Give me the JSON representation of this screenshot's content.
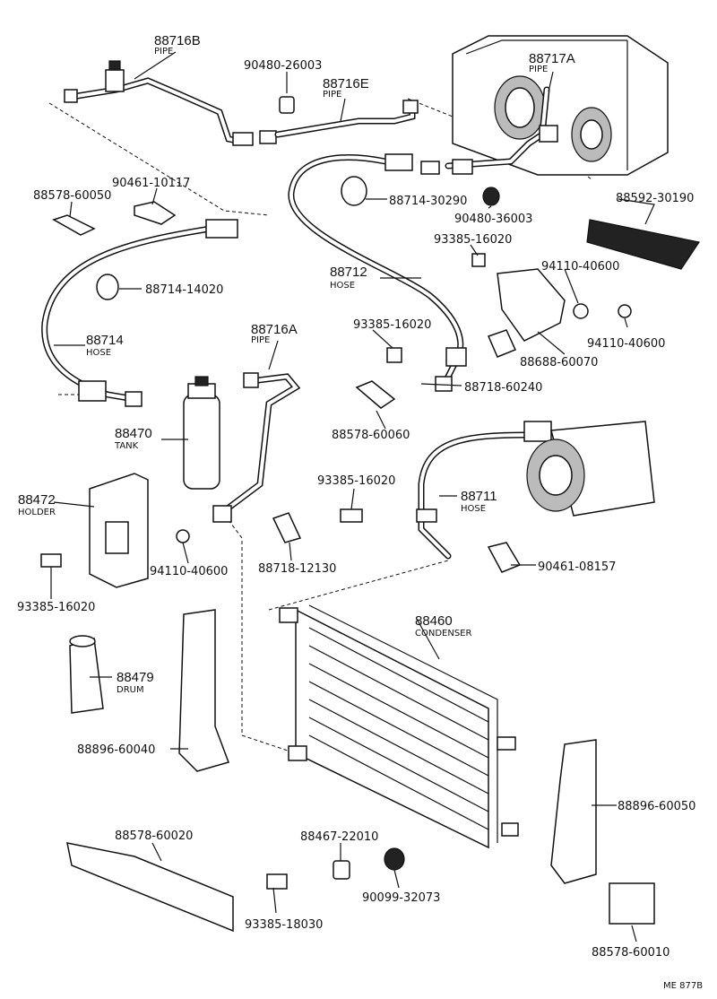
{
  "diagram": {
    "parts": [
      {
        "id": "p88716B",
        "code": "88716B",
        "name": "PIPE"
      },
      {
        "id": "p90480_26003",
        "code": "90480-26003"
      },
      {
        "id": "p88716E",
        "code": "88716E",
        "name": "PIPE"
      },
      {
        "id": "p88717A",
        "code": "88717A",
        "name": "PIPE"
      },
      {
        "id": "p88578_60050",
        "code": "88578-60050"
      },
      {
        "id": "p90461_10117",
        "code": "90461-10117"
      },
      {
        "id": "p88714_30290",
        "code": "88714-30290"
      },
      {
        "id": "p90480_36003",
        "code": "90480-36003"
      },
      {
        "id": "p88592_30190",
        "code": "88592-30190"
      },
      {
        "id": "p93385_16020a",
        "code": "93385-16020"
      },
      {
        "id": "p88712",
        "code": "88712",
        "name": "HOSE"
      },
      {
        "id": "p94110_40600a",
        "code": "94110-40600"
      },
      {
        "id": "p88714_14020",
        "code": "88714-14020"
      },
      {
        "id": "p94110_40600b",
        "code": "94110-40600"
      },
      {
        "id": "p88716A",
        "code": "88716A",
        "name": "PIPE"
      },
      {
        "id": "p93385_16020b",
        "code": "93385-16020"
      },
      {
        "id": "p88688_60070",
        "code": "88688-60070"
      },
      {
        "id": "p88714",
        "code": "88714",
        "name": "HOSE"
      },
      {
        "id": "p88718_60240",
        "code": "88718-60240"
      },
      {
        "id": "p88470",
        "code": "88470",
        "name": "TANK"
      },
      {
        "id": "p88578_60060",
        "code": "88578-60060"
      },
      {
        "id": "p93385_16020c",
        "code": "93385-16020"
      },
      {
        "id": "p88472",
        "code": "88472",
        "name": "HOLDER"
      },
      {
        "id": "p88711",
        "code": "88711",
        "name": "HOSE"
      },
      {
        "id": "p94110_40600c",
        "code": "94110-40600"
      },
      {
        "id": "p88718_12130",
        "code": "88718-12130"
      },
      {
        "id": "p90461_08157",
        "code": "90461-08157"
      },
      {
        "id": "p93385_16020d",
        "code": "93385-16020"
      },
      {
        "id": "p88460",
        "code": "88460",
        "name": "CONDENSER"
      },
      {
        "id": "p88479",
        "code": "88479",
        "name": "DRUM"
      },
      {
        "id": "p88896_60040",
        "code": "88896-60040"
      },
      {
        "id": "p88896_60050",
        "code": "88896-60050"
      },
      {
        "id": "p88578_60020",
        "code": "88578-60020"
      },
      {
        "id": "p88467_22010",
        "code": "88467-22010"
      },
      {
        "id": "p90099_32073",
        "code": "90099-32073"
      },
      {
        "id": "p93385_18030",
        "code": "93385-18030"
      },
      {
        "id": "p88578_60010",
        "code": "88578-60010"
      }
    ],
    "footer_code": "ME 877B"
  }
}
